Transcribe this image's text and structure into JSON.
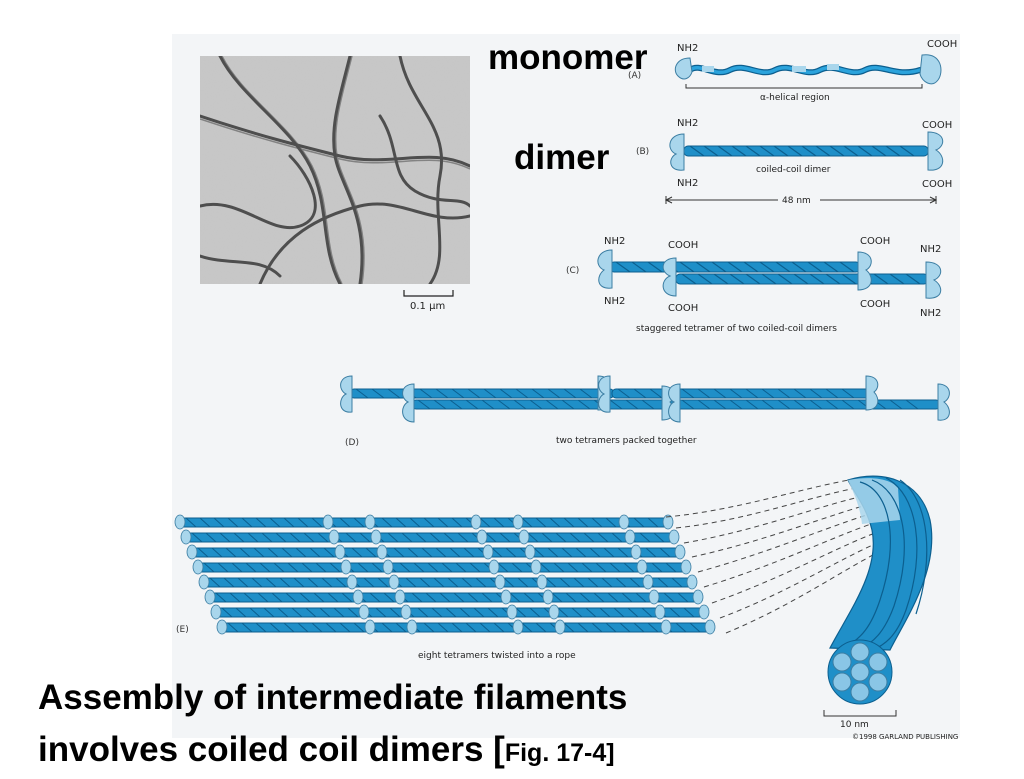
{
  "labels": {
    "monomer": "monomer",
    "dimer": "dimer"
  },
  "micrograph": {
    "scale_label": "0.1 µm"
  },
  "panel_a": {
    "letter": "(A)",
    "nh2": "NH2",
    "cooh": "COOH",
    "region_label": "α-helical region"
  },
  "panel_b": {
    "letter": "(B)",
    "nh2_top": "NH2",
    "nh2_bottom": "NH2",
    "cooh_top": "COOH",
    "cooh_bottom": "COOH",
    "caption": "coiled-coil dimer",
    "length_label": "48 nm"
  },
  "panel_c": {
    "letter": "(C)",
    "nh2_left_top": "NH2",
    "nh2_left_bottom": "NH2",
    "cooh_mid_left_top": "COOH",
    "cooh_mid_left_bottom": "COOH",
    "cooh_mid_right_top": "COOH",
    "cooh_mid_right_bottom": "COOH",
    "nh2_right_top": "NH2",
    "nh2_right_bottom": "NH2",
    "caption": "staggered tetramer of two coiled-coil dimers"
  },
  "panel_d": {
    "letter": "(D)",
    "caption": "two tetramers packed together"
  },
  "panel_e": {
    "letter": "(E)",
    "caption": "eight tetramers twisted into a rope",
    "diameter_label": "10 nm"
  },
  "copyright": "©1998 GARLAND PUBLISHING",
  "caption": {
    "line1": "Assembly of intermediate filaments",
    "line2": "involves coiled coil dimers [",
    "line2_small": "Fig. 17-4]"
  },
  "colors": {
    "strand": "#1f8fc8",
    "strand_dark": "#0c5f8f",
    "head": "#a9d6ec",
    "panel_bg": "#f3f5f7"
  }
}
